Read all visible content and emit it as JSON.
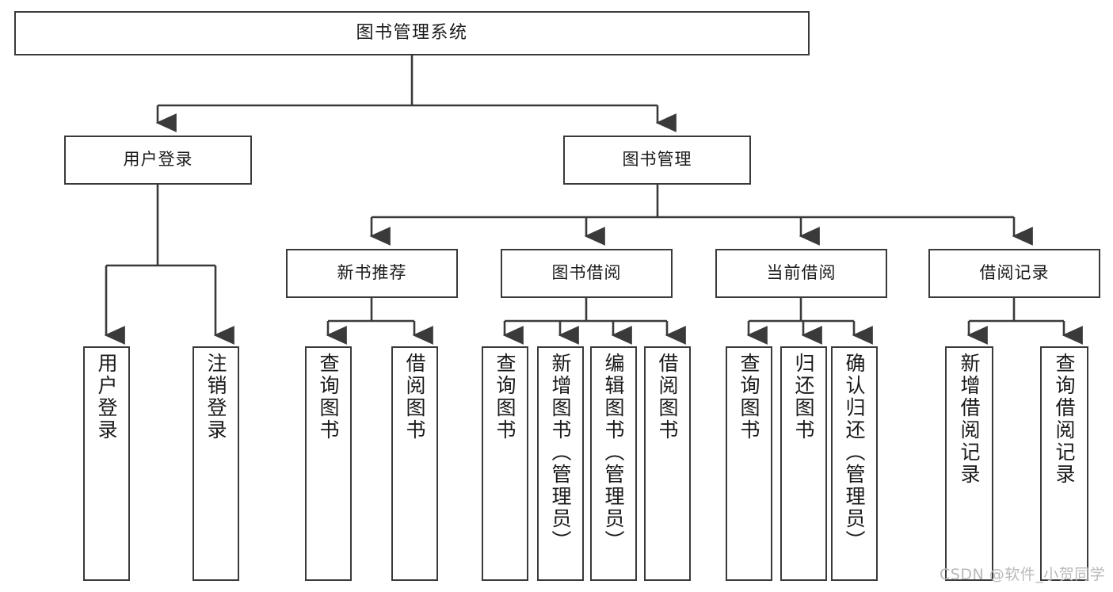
{
  "diagram": {
    "title": "图书管理系统",
    "root": {
      "label": "图书管理系统"
    },
    "level2": [
      {
        "label": "用户登录"
      },
      {
        "label": "图书管理"
      }
    ],
    "level3": [
      {
        "label": "新书推荐"
      },
      {
        "label": "图书借阅"
      },
      {
        "label": "当前借阅"
      },
      {
        "label": "借阅记录"
      }
    ],
    "leaves": [
      {
        "label": "用户登录"
      },
      {
        "label": "注销登录"
      },
      {
        "label": "查询图书"
      },
      {
        "label": "借阅图书"
      },
      {
        "label": "查询图书"
      },
      {
        "label": "新增图书（管理员）"
      },
      {
        "label": "编辑图书（管理员）"
      },
      {
        "label": "借阅图书"
      },
      {
        "label": "查询图书"
      },
      {
        "label": "归还图书"
      },
      {
        "label": "确认归还（管理员）"
      },
      {
        "label": "新增借阅记录"
      },
      {
        "label": "查询借阅记录"
      }
    ]
  },
  "watermark": {
    "text": "CSDN @软件_小贺同学"
  },
  "colors": {
    "line": "#3a3a3a",
    "box_border": "#3a3a3a",
    "box_fill": "#ffffff",
    "text": "#1a1a1a",
    "watermark": "#b9b9b9"
  }
}
